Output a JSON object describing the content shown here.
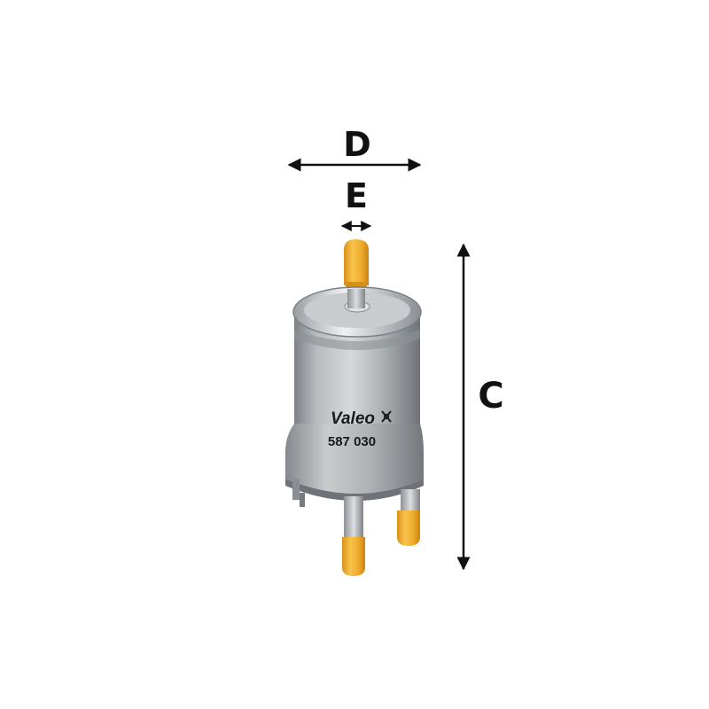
{
  "product": {
    "brand": "Valeo",
    "part_number": "587 030"
  },
  "dimensions": {
    "d_label": "D",
    "e_label": "E",
    "c_label": "C"
  },
  "colors": {
    "background": "#ffffff",
    "arrow": "#111111",
    "connector": "#f2b632",
    "metal_light": "#e4e6e8",
    "metal_dark": "#8e9296"
  }
}
